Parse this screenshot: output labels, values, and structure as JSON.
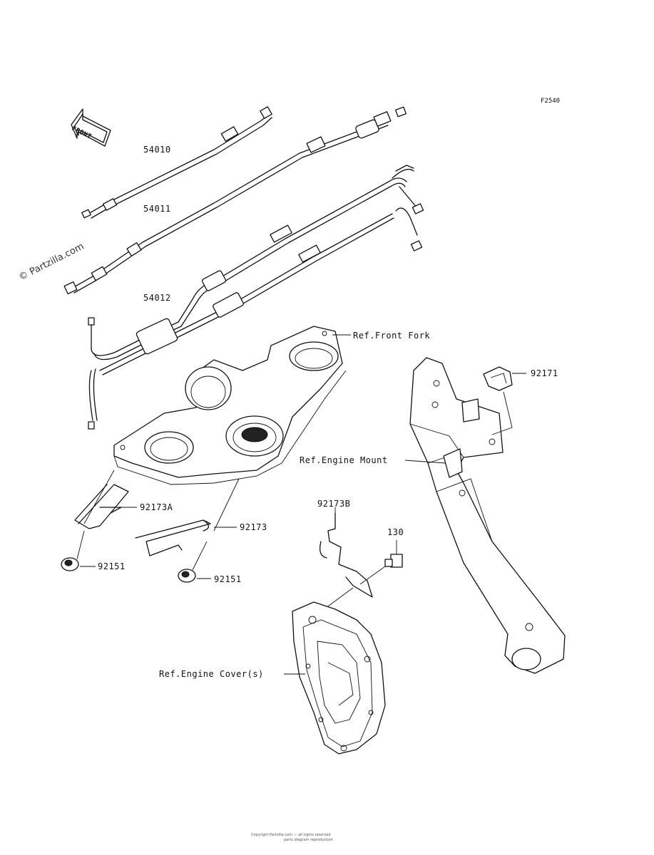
{
  "diagram": {
    "figure_code": "F2540",
    "front_label": "FRONT",
    "watermark": "© Partzilla.com",
    "labels": {
      "p54010": "54010",
      "p54011": "54011",
      "p54012": "54012",
      "ref_front_fork": "Ref.Front Fork",
      "p92171": "92171",
      "ref_engine_mount": "Ref.Engine Mount",
      "p92173A": "92173A",
      "p92173": "92173",
      "p92151a": "92151",
      "p92151b": "92151",
      "p92173B": "92173B",
      "p130": "130",
      "ref_engine_cover": "Ref.Engine Cover(s)"
    },
    "footer_line1": "Copyright Partzilla.com — all rights reserved",
    "footer_line2": "parts diagram reproduction"
  }
}
